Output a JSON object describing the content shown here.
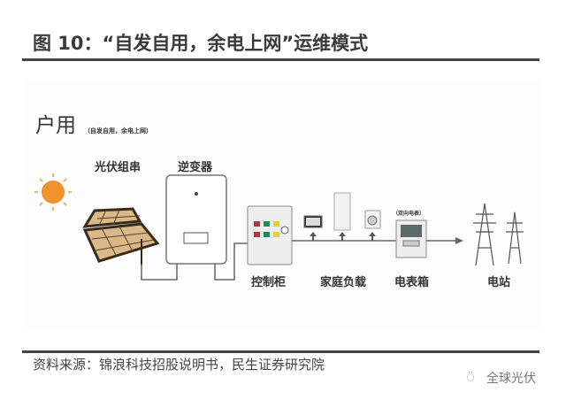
{
  "header": {
    "title": "图 10：“自发自用，余电上网”运维模式"
  },
  "diagram": {
    "heading": "户用",
    "subheading": "（自发自用，余电上网）",
    "labels": {
      "solar_string": "光伏组串",
      "inverter": "逆变器",
      "control_cabinet": "控制柜",
      "household_load": "家庭负载",
      "meter_box": "电表箱",
      "meter_note": "（双向电表）",
      "power_station": "电站"
    },
    "colors": {
      "sun": "#f0922e",
      "wire": "#666666",
      "led_red": "#c0303a",
      "led_green": "#1e8a5a",
      "led_yellow": "#e8d020"
    }
  },
  "footer": {
    "source": "资料来源：锦浪科技招股说明书，民生证券研究院",
    "watermark": "全球光伏"
  }
}
